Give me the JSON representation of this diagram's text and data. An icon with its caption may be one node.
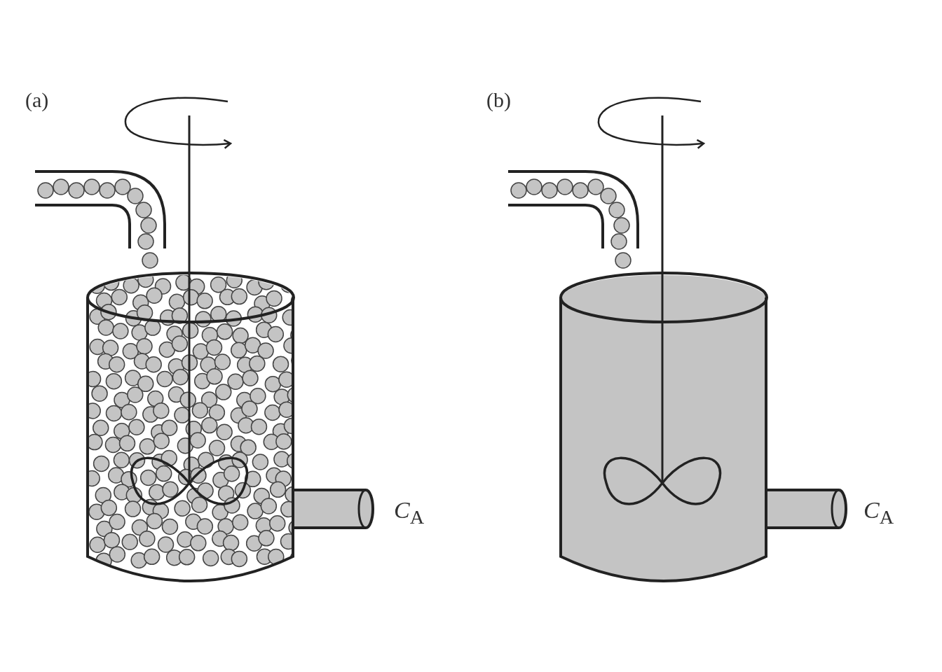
{
  "diagram": {
    "labels": [
      "(a)",
      "(b)",
      "*C*$_{A}$",
      "*C*$_{A}$"
    ]
  }
}
